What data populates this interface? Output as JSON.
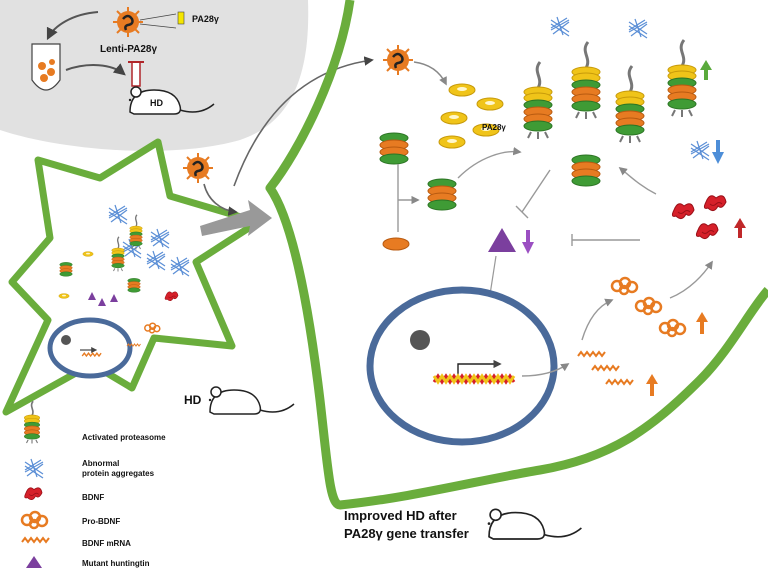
{
  "inset": {
    "vector_label": "Lenti-PA28γ",
    "gene_label": "PA28γ",
    "mouse_label": "HD"
  },
  "cell_label": "HD",
  "main": {
    "pa28g_label": "PA28γ",
    "caption_line1": "Improved HD after",
    "caption_line2": "PA28γ gene transfer"
  },
  "legend": {
    "items": [
      {
        "icon": "activated-proteasome-icon",
        "label": "Activated proteasome"
      },
      {
        "icon": "protein-aggregate-icon",
        "label_line1": "Abnormal",
        "label_line2": "protein aggregates"
      },
      {
        "icon": "bdnf-icon",
        "label": "BDNF"
      },
      {
        "icon": "pro-bdnf-icon",
        "label": "Pro-BDNF"
      },
      {
        "icon": "bdnf-mrna-icon",
        "label": "BDNF mRNA"
      },
      {
        "icon": "mutant-huntingtin-icon",
        "label": "Mutant huntingtin"
      }
    ]
  },
  "colors": {
    "membrane": "#6aad3c",
    "nucleus": "#4a6a9a",
    "proteasome_green": "#3f9b35",
    "proteasome_orange": "#e77b22",
    "proteasome_yellow": "#f0c419",
    "bdnf": "#d6202a",
    "aggregate": "#5b8fd6",
    "huntingtin": "#7b3f9e",
    "up_green": "#5aaa3c",
    "up_orange": "#e77b22",
    "up_red": "#c0282a",
    "down_blue": "#4d8ed8",
    "down_purple": "#9b4fc2"
  }
}
